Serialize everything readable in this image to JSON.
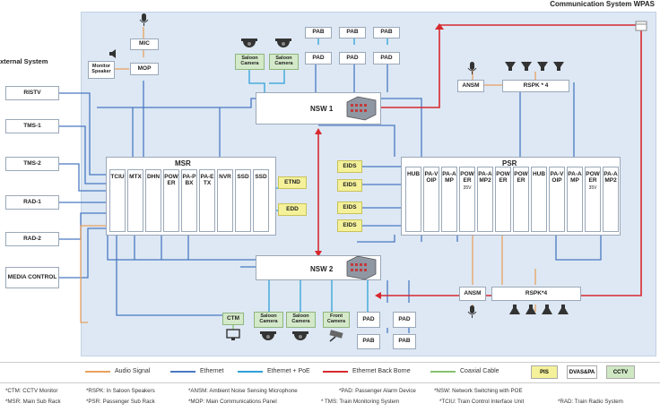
{
  "header": {
    "title": "Communication System WPAS",
    "external_title": "xternal System"
  },
  "external": [
    {
      "id": "ristv",
      "label": "RISTV"
    },
    {
      "id": "tms1",
      "label": "TMS-1"
    },
    {
      "id": "tms2",
      "label": "TMS-2"
    },
    {
      "id": "rad1",
      "label": "RAD-1"
    },
    {
      "id": "rad2",
      "label": "RAD-2"
    },
    {
      "id": "media",
      "label": "MEDIA CONTROL"
    }
  ],
  "top": {
    "mic": "MIC",
    "mop": "MOP",
    "monitor_speaker": "Monitor Speaker",
    "saloon_camera": "Saloon Camera",
    "pab": "PAB",
    "pad": "PAD",
    "nsw1": "NSW 1",
    "ansm": "ANSM",
    "rspk": "RSPK * 4"
  },
  "msr": {
    "title": "MSR",
    "columns": [
      "TCIU",
      "MTX",
      "DHN",
      "POWER",
      "PA-PBX",
      "PA-ETX",
      "NVR",
      "SSD",
      "SSD"
    ],
    "etnd": "ETND",
    "edd": "EDD"
  },
  "psr": {
    "title": "PSR",
    "eids": "EIDS",
    "columns": [
      {
        "text": "HUB",
        "sub": ""
      },
      {
        "text": "PA-VOIP",
        "sub": ""
      },
      {
        "text": "PA-AMP",
        "sub": ""
      },
      {
        "text": "POWER",
        "sub": "35V"
      },
      {
        "text": "PA-AMP2",
        "sub": ""
      },
      {
        "text": "POWER",
        "sub": ""
      },
      {
        "text": "POWER",
        "sub": ""
      },
      {
        "text": "HUB",
        "sub": ""
      },
      {
        "text": "PA-VOIP",
        "sub": ""
      },
      {
        "text": "PA-AMP",
        "sub": ""
      },
      {
        "text": "POWER",
        "sub": "35V"
      },
      {
        "text": "PA-AMP2",
        "sub": ""
      }
    ]
  },
  "bottom": {
    "nsw2": "NSW 2",
    "ctm": "CTM",
    "saloon_camera": "Saloon Camera",
    "front_camera": "Front Camera",
    "pad": "PAD",
    "pab": "PAB",
    "ansm": "ANSM",
    "rspk": "RSPK*4"
  },
  "legend": {
    "audio": "Audio Signal",
    "ethernet": "Ethernet",
    "ethernet_poe": "Ethernet + PoE",
    "backbone": "Ethernet Back Borne",
    "coax": "Coaxial Cable",
    "pis": "PIS",
    "dvas": "DVAS&PA",
    "cctv": "CCTV",
    "colors": {
      "audio": "#e8a060",
      "ethernet": "#4a78c2",
      "poe": "#2fa0d8",
      "backbone": "#d8292e",
      "coax": "#86c26e",
      "pis": "#f4f19a",
      "dvas": "#ffffff",
      "cctv": "#cfe8c4"
    }
  },
  "footnotes": [
    "*CTM: CCTV Monitor",
    "*RSPK: In Saloon Speakers",
    "*ANSM: Ambient Noise Sensing Microphone",
    "*PAD: Passenger Alarm Device",
    "*NSW: Network Switching with POE",
    "*MSR: Main Sub Rack",
    "*PSR: Passenger Sub Rack",
    "*MOP: Main Communications Panel",
    "* TMS: Train Monitoring System",
    "*TCIU: Train Control Interface Unit",
    "*RAD: Train Radio System"
  ]
}
